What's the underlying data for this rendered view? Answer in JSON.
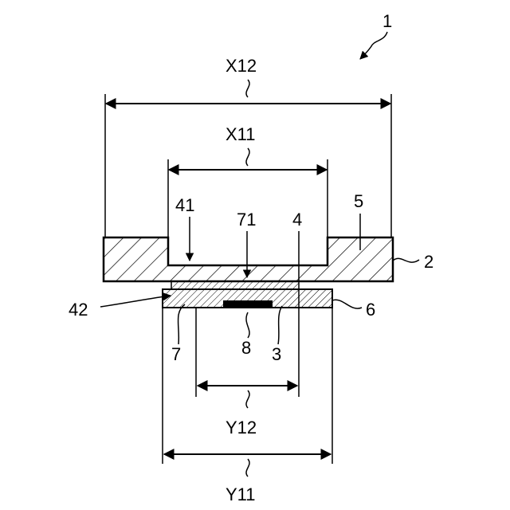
{
  "figure": {
    "ref_device": "1",
    "dimensions": {
      "x12": "X12",
      "x11": "X11",
      "y12": "Y12",
      "y11": "Y11"
    },
    "parts": {
      "p2": "2",
      "p3": "3",
      "p4": "4",
      "p5": "5",
      "p6": "6",
      "p7": "7",
      "p8": "8",
      "p41": "41",
      "p42": "42",
      "p71": "71"
    }
  }
}
